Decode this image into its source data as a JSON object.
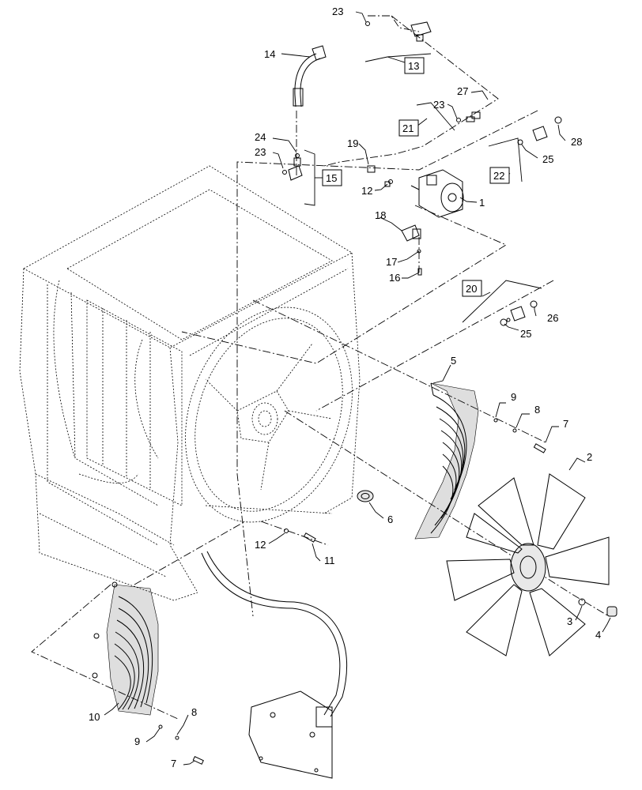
{
  "callouts": [
    {
      "n": "23"
    },
    {
      "n": "14"
    },
    {
      "n": "13"
    },
    {
      "n": "27"
    },
    {
      "n": "23"
    },
    {
      "n": "21"
    },
    {
      "n": "19"
    },
    {
      "n": "28"
    },
    {
      "n": "24"
    },
    {
      "n": "23"
    },
    {
      "n": "15"
    },
    {
      "n": "25"
    },
    {
      "n": "22"
    },
    {
      "n": "12"
    },
    {
      "n": "1"
    },
    {
      "n": "18"
    },
    {
      "n": "17"
    },
    {
      "n": "16"
    },
    {
      "n": "20"
    },
    {
      "n": "26"
    },
    {
      "n": "25"
    },
    {
      "n": "5"
    },
    {
      "n": "9"
    },
    {
      "n": "8"
    },
    {
      "n": "7"
    },
    {
      "n": "2"
    },
    {
      "n": "6"
    },
    {
      "n": "12"
    },
    {
      "n": "11"
    },
    {
      "n": "3"
    },
    {
      "n": "4"
    },
    {
      "n": "10"
    },
    {
      "n": "8"
    },
    {
      "n": "9"
    },
    {
      "n": "7"
    }
  ]
}
